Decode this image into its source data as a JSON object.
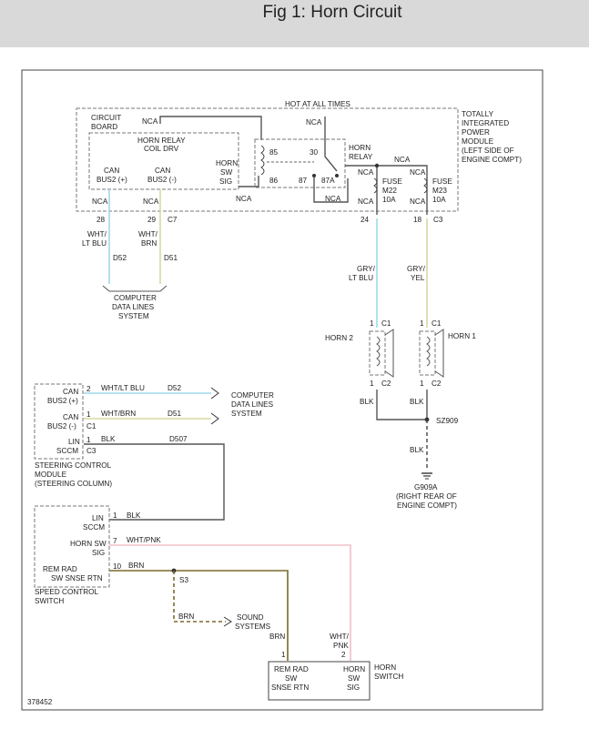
{
  "title": "Fig 1: Horn Circuit",
  "figure_id": "378452",
  "top_label": "HOT AT ALL TIMES",
  "tipm": {
    "title_lines": [
      "TOTALLY",
      "INTEGRATED",
      "POWER",
      "MODULE",
      "(LEFT SIDE OF",
      "ENGINE COMPT)"
    ],
    "circuit_board": [
      "CIRCUIT",
      "BOARD"
    ],
    "horn_relay_coil": [
      "HORN RELAY",
      "COIL DRV"
    ],
    "can_bus_pos": [
      "CAN",
      "BUS2 (+)"
    ],
    "can_bus_neg": [
      "CAN",
      "BUS2 (-)"
    ],
    "horn_sw_sig": [
      "HORN",
      "SW",
      "SIG"
    ],
    "relay_label": [
      "HORN",
      "RELAY"
    ],
    "pin85": "85",
    "pin86": "86",
    "pin30": "30",
    "pin87": "87",
    "pin87a": "87A",
    "nca": "NCA",
    "fuse1": [
      "FUSE",
      "M22",
      "10A"
    ],
    "fuse2": [
      "FUSE",
      "M23",
      "10A"
    ]
  },
  "connectors": {
    "p28": "28",
    "p29": "29",
    "c7": "C7",
    "p24": "24",
    "p18": "18",
    "c3": "C3",
    "c1": "C1",
    "c2": "C2",
    "one": "1",
    "two": "2",
    "seven": "7",
    "ten": "10"
  },
  "wires": {
    "wht_lt_blu": [
      "WHT/",
      "LT BLU"
    ],
    "wht_brn": [
      "WHT/",
      "BRN"
    ],
    "d52": "D52",
    "d51": "D51",
    "d507": "D507",
    "gry_lt_blu": [
      "GRY/",
      "LT BLU"
    ],
    "gry_yel": [
      "GRY/",
      "YEL"
    ],
    "blk": "BLK",
    "brn": "BRN",
    "wht_pnk": [
      "WHT/",
      "PNK"
    ],
    "wht_lt_blu_inline": "WHT/LT BLU",
    "wht_brn_inline": "WHT/BRN",
    "wht_pnk_inline": "WHT/PNK"
  },
  "computer_data_lines": [
    "COMPUTER",
    "DATA LINES",
    "SYSTEM"
  ],
  "horn2": "HORN 2",
  "horn1": "HORN 1",
  "splice_sz909": "SZ909",
  "splice_s3": "S3",
  "ground": [
    "G909A",
    "(RIGHT REAR OF",
    "ENGINE COMPT)"
  ],
  "steering_module": {
    "can_pos": [
      "CAN",
      "BUS2 (+)"
    ],
    "can_neg": [
      "CAN",
      "BUS2 (-)"
    ],
    "lin": "LIN",
    "sccm": "SCCM",
    "c1": "C1",
    "c3": "C3",
    "caption": [
      "STEERING CONTROL",
      "MODULE",
      "(STEERING COLUMN)"
    ]
  },
  "speed_switch": {
    "lin": "LIN",
    "sccm": "SCCM",
    "horn_sw": "HORN SW",
    "sig": "SIG",
    "rem_rad": "REM RAD",
    "sw_snse_rtn": "SW SNSE RTN",
    "caption": [
      "SPEED CONTROL",
      "SWITCH"
    ]
  },
  "sound_systems": [
    "SOUND",
    "SYSTEMS"
  ],
  "horn_switch": {
    "left": [
      "REM RAD",
      "SW",
      "SNSE RTN"
    ],
    "right": [
      "HORN",
      "SW",
      "SIG"
    ],
    "caption": [
      "HORN",
      "SWITCH"
    ]
  },
  "colors": {
    "wire_blue": "#9fd8ea",
    "wire_yellow": "#d9d9a0",
    "wire_pink": "#f0c0c6",
    "wire_brown": "#7a6a2a",
    "wire_black": "#444444"
  }
}
